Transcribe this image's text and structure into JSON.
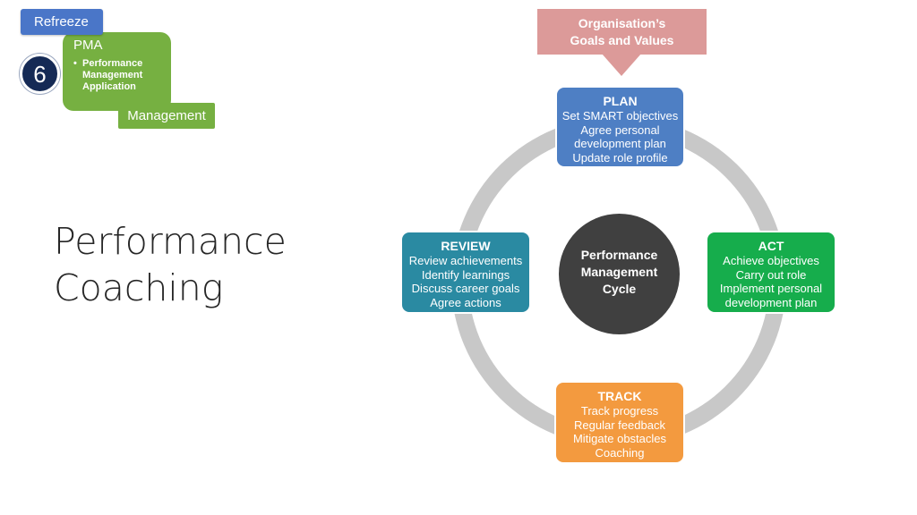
{
  "nav": {
    "refreeze_label": "Refreeze",
    "step_number": "6",
    "pma_title": "PMA",
    "pma_bullet": "Performance Management Application",
    "management_label": "Management"
  },
  "slide": {
    "title_line1": "Performance",
    "title_line2": "Coaching"
  },
  "diagram": {
    "goals_line1": "Organisation’s",
    "goals_line2": "Goals and Values",
    "center_line1": "Performance",
    "center_line2": "Management",
    "center_line3": "Cycle",
    "plan": {
      "heading": "PLAN",
      "items": [
        "Set SMART objectives",
        "Agree personal",
        "development plan",
        "Update role profile"
      ]
    },
    "act": {
      "heading": "ACT",
      "items": [
        "Achieve objectives",
        "Carry out role",
        "Implement personal",
        "development plan"
      ]
    },
    "track": {
      "heading": "TRACK",
      "items": [
        "Track progress",
        "Regular feedback",
        "Mitigate obstacles",
        "Coaching"
      ]
    },
    "review": {
      "heading": "REVIEW",
      "items": [
        "Review achievements",
        "Identify learnings",
        "Discuss career goals",
        "Agree actions"
      ]
    }
  },
  "colors": {
    "refreeze": "#4a76c8",
    "pma_green": "#76b041",
    "step_circle": "#152a55",
    "goals": "#dc9a99",
    "plan": "#4e7fc4",
    "act": "#16ad4c",
    "track": "#f39a3f",
    "review": "#2a8aa2",
    "center": "#404040",
    "ring": "#c8c8c8"
  }
}
